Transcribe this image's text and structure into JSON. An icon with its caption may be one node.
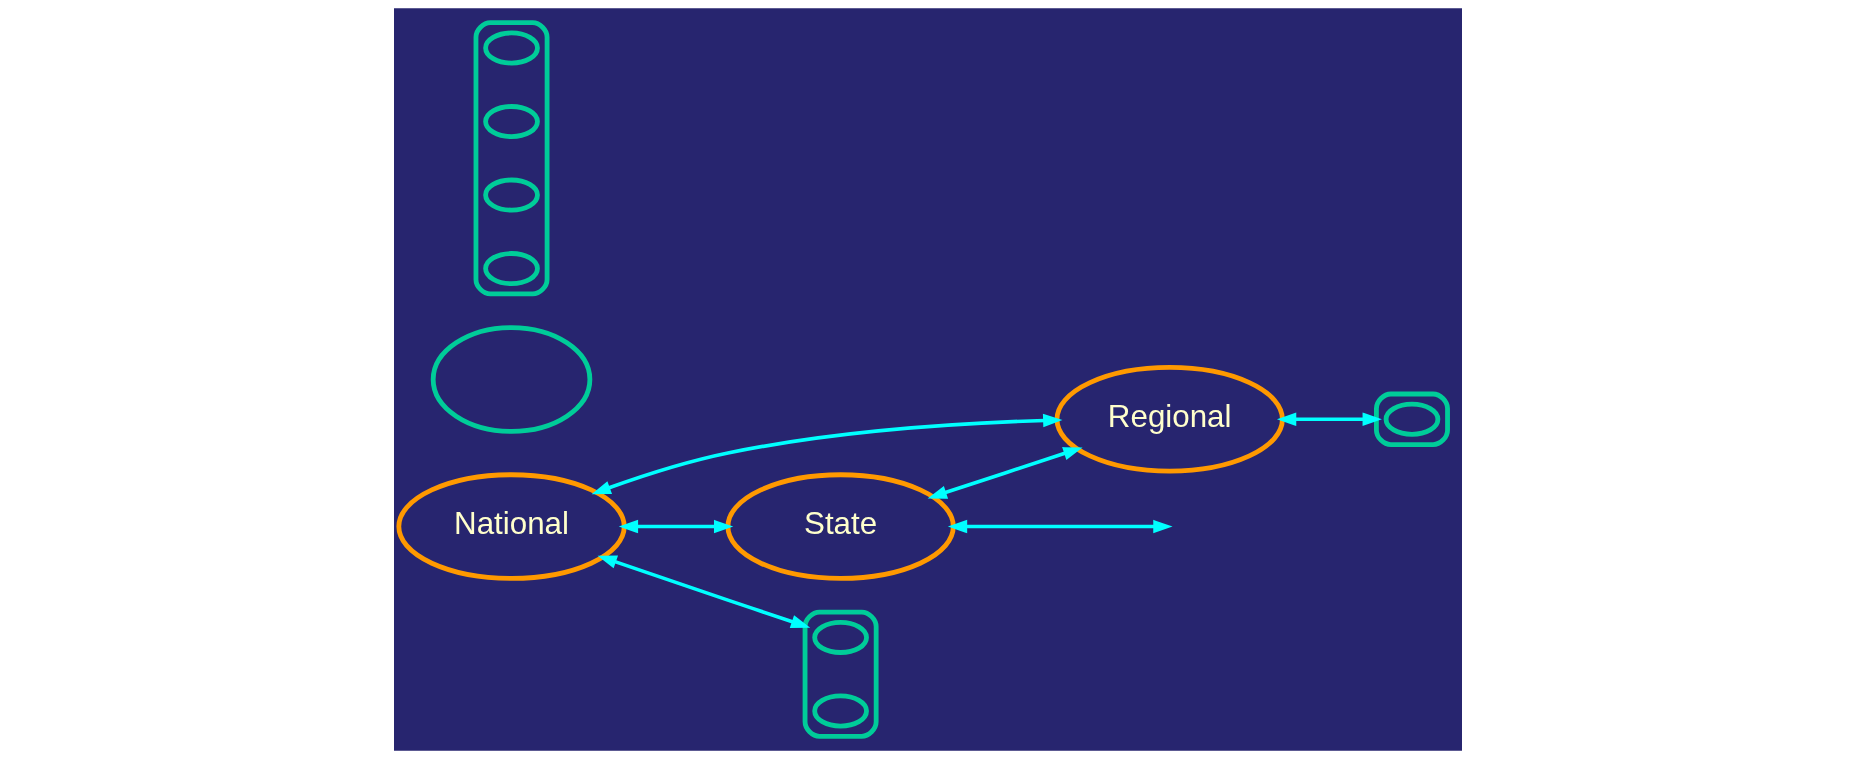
{
  "diagram": {
    "nodes": [
      {
        "text": [
          "National"
        ]
      },
      {
        "text": [
          "State"
        ]
      },
      {
        "text": [
          "Regional"
        ]
      },
      {
        "text": [],
        "shape": "ellipse"
      },
      {
        "text": [],
        "shape": "ellipse",
        "in": 3
      },
      {
        "text": [],
        "shape": "ellipse",
        "in": 3
      },
      {
        "text": [],
        "shape": "ellipse"
      },
      {
        "text": [],
        "shape": "ellipse"
      },
      {
        "text": [],
        "shape": "ellipse",
        "in": 7
      },
      {
        "text": [],
        "shape": "ellipse"
      },
      {
        "text": [],
        "shape": "ellipse",
        "in": 9
      },
      {
        "text": [],
        "shape": "ellipse",
        "in": 9
      },
      {
        "text": [],
        "shape": "ellipse",
        "in": 9
      },
      {
        "text": [],
        "shape": "ellipse",
        "in": 9
      }
    ],
    "edges": [
      {
        "from": 0,
        "to": 3,
        "arrow": "both"
      },
      {
        "from": 0,
        "to": 1,
        "arrow": "both"
      },
      {
        "from": 0,
        "to": 2,
        "arrow": "both"
      },
      {
        "from": 1,
        "to": null,
        "arrow": "both"
      },
      {
        "from": 1,
        "to": 2,
        "arrow": "both"
      },
      {
        "from": 2,
        "to": 7,
        "arrow": "both"
      }
    ]
  }
}
